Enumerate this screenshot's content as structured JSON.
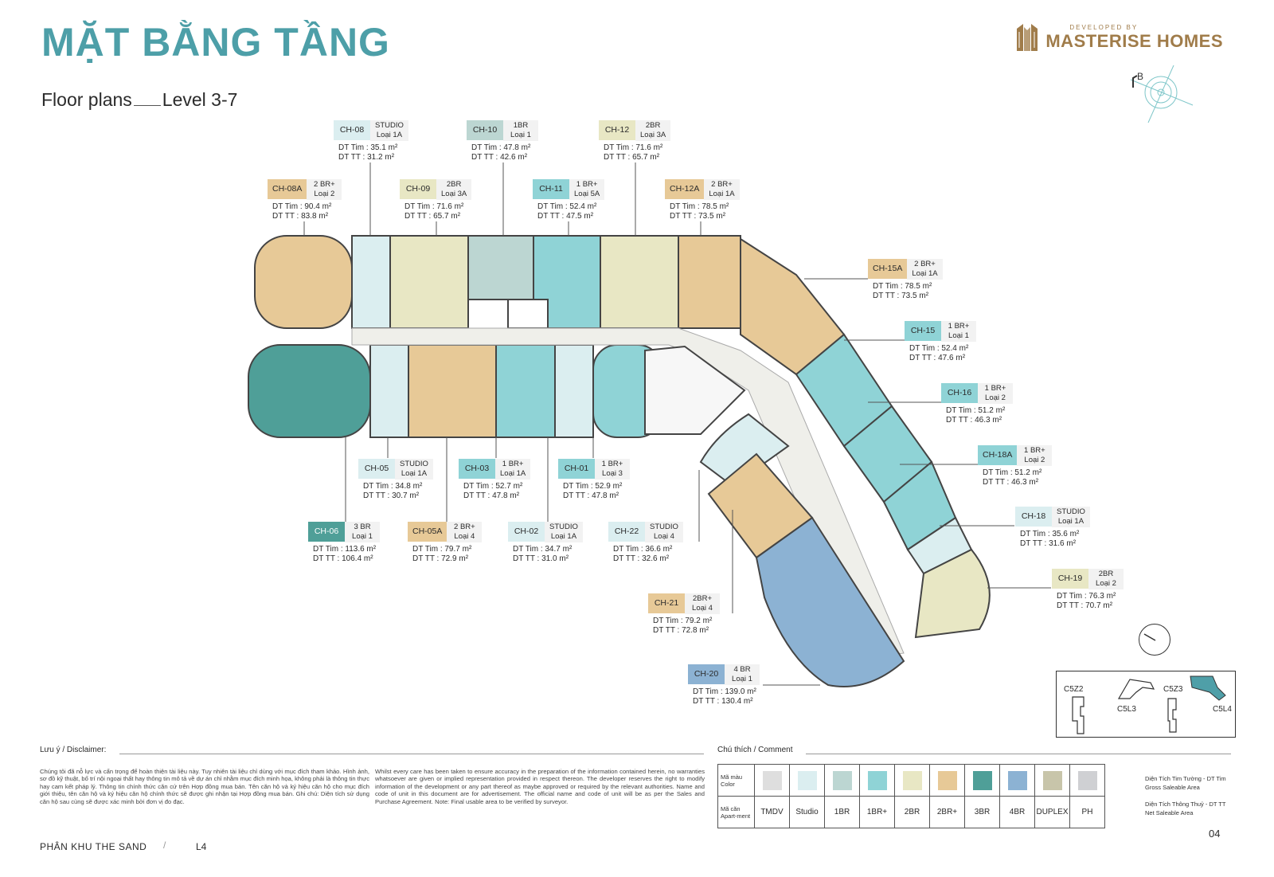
{
  "header": {
    "title": "MẶT BẰNG TẦNG",
    "subtitle_en": "Floor plans",
    "subtitle_level": "Level 3-7"
  },
  "brand": {
    "tagline": "DEVELOPED BY",
    "name": "MASTERISE HOMES",
    "color": "#a07c4a"
  },
  "compass": {
    "label": "B"
  },
  "colors": {
    "TMDV": "#dedede",
    "Studio": "#dbeef0",
    "1BR": "#bcd6d2",
    "1BR+": "#8fd3d6",
    "2BR": "#e8e7c4",
    "2BR+": "#e7c997",
    "3BR": "#4f9f98",
    "4BR": "#8cb2d3",
    "DUPLEX": "#c8c5aa",
    "PH": "#cfd0d3",
    "accent_title": "#4d9fa8"
  },
  "units": [
    {
      "code": "CH-08",
      "type1": "STUDIO",
      "type2": "Loại 1A",
      "gross": "DT Tim :  35.1 m²",
      "net": "DT TT   :  31.2 m²",
      "cat": "Studio"
    },
    {
      "code": "CH-10",
      "type1": "1BR",
      "type2": "Loại 1",
      "gross": "DT Tim :  47.8 m²",
      "net": "DT TT   :  42.6 m²",
      "cat": "1BR"
    },
    {
      "code": "CH-12",
      "type1": "2BR",
      "type2": "Loại 3A",
      "gross": "DT Tim :  71.6 m²",
      "net": "DT TT   :  65.7 m²",
      "cat": "2BR"
    },
    {
      "code": "CH-08A",
      "type1": "2 BR+",
      "type2": "Loại 2",
      "gross": "DT Tim :  90.4 m²",
      "net": "DT TT   :  83.8 m²",
      "cat": "2BR+"
    },
    {
      "code": "CH-09",
      "type1": "2BR",
      "type2": "Loại 3A",
      "gross": "DT Tim :  71.6 m²",
      "net": "DT TT   :  65.7 m²",
      "cat": "2BR"
    },
    {
      "code": "CH-11",
      "type1": "1 BR+",
      "type2": "Loại 5A",
      "gross": "DT Tim :  52.4 m²",
      "net": "DT TT   :  47.5 m²",
      "cat": "1BR+"
    },
    {
      "code": "CH-12A",
      "type1": "2 BR+",
      "type2": "Loại 1A",
      "gross": "DT Tim :  78.5 m²",
      "net": "DT TT   :  73.5 m²",
      "cat": "2BR+"
    },
    {
      "code": "CH-15A",
      "type1": "2 BR+",
      "type2": "Loại 1A",
      "gross": "DT Tim :  78.5 m²",
      "net": "DT TT   :  73.5 m²",
      "cat": "2BR+"
    },
    {
      "code": "CH-15",
      "type1": "1 BR+",
      "type2": "Loại 1",
      "gross": "DT Tim :  52.4 m²",
      "net": "DT TT   :  47.6 m²",
      "cat": "1BR+"
    },
    {
      "code": "CH-16",
      "type1": "1 BR+",
      "type2": "Loại 2",
      "gross": "DT Tim :  51.2 m²",
      "net": "DT TT   :  46.3 m²",
      "cat": "1BR+"
    },
    {
      "code": "CH-18A",
      "type1": "1 BR+",
      "type2": "Loại 2",
      "gross": "DT Tim :  51.2 m²",
      "net": "DT TT   :  46.3 m²",
      "cat": "1BR+"
    },
    {
      "code": "CH-18",
      "type1": "STUDIO",
      "type2": "Loại 1A",
      "gross": "DT Tim :  35.6 m²",
      "net": "DT TT   :  31.6 m²",
      "cat": "Studio"
    },
    {
      "code": "CH-19",
      "type1": "2BR",
      "type2": "Loại 2",
      "gross": "DT Tim :  76.3 m²",
      "net": "DT TT   :  70.7 m²",
      "cat": "2BR"
    },
    {
      "code": "CH-05",
      "type1": "STUDIO",
      "type2": "Loại 1A",
      "gross": "DT Tim :  34.8 m²",
      "net": "DT TT   :  30.7 m²",
      "cat": "Studio"
    },
    {
      "code": "CH-03",
      "type1": "1 BR+",
      "type2": "Loại 1A",
      "gross": "DT Tim :  52.7 m²",
      "net": "DT TT   :  47.8 m²",
      "cat": "1BR+"
    },
    {
      "code": "CH-01",
      "type1": "1 BR+",
      "type2": "Loại 3",
      "gross": "DT Tim :  52.9 m²",
      "net": "DT TT   :  47.8 m²",
      "cat": "1BR+"
    },
    {
      "code": "CH-06",
      "type1": "3 BR",
      "type2": "Loại 1",
      "gross": "DT Tim :  113.6 m²",
      "net": "DT TT   :  106.4 m²",
      "cat": "3BR"
    },
    {
      "code": "CH-05A",
      "type1": "2 BR+",
      "type2": "Loại 4",
      "gross": "DT Tim :  79.7 m²",
      "net": "DT TT   :  72.9 m²",
      "cat": "2BR+"
    },
    {
      "code": "CH-02",
      "type1": "STUDIO",
      "type2": "Loại 1A",
      "gross": "DT Tim :  34.7 m²",
      "net": "DT TT   :  31.0 m²",
      "cat": "Studio"
    },
    {
      "code": "CH-22",
      "type1": "STUDIO",
      "type2": "Loại 4",
      "gross": "DT Tim :  36.6 m²",
      "net": "DT TT   :  32.6 m²",
      "cat": "Studio"
    },
    {
      "code": "CH-21",
      "type1": "2BR+",
      "type2": "Loại 4",
      "gross": "DT Tim :  79.2 m²",
      "net": "DT TT   :  72.8 m²",
      "cat": "2BR+"
    },
    {
      "code": "CH-20",
      "type1": "4 BR",
      "type2": "Loại 1",
      "gross": "DT Tim :  139.0 m²",
      "net": "DT TT   :  130.4 m²",
      "cat": "4BR"
    }
  ],
  "mini_map": {
    "labels": [
      "C5Z2",
      "C5L3",
      "C5Z3",
      "C5L4"
    ]
  },
  "disclaimer": {
    "title": "Lưu ý / Disclaimer:",
    "vi": "Chúng tôi đã nỗ lực và cẩn trọng để hoàn thiện tài liệu này. Tuy nhiên tài liệu chỉ dùng với mục đích tham khảo. Hình ảnh, sơ đồ kỹ thuật, bố trí nội ngoại thất hay thông tin mô tả về dự án chỉ nhằm mục đích minh họa, không phải là thông tin thực hay cam kết pháp lý. Thông tin chính thức căn cứ trên Hợp đồng mua bán. Tên căn hộ và ký hiệu căn hộ cho mục đích giới thiệu, tên căn hộ và ký hiệu căn hộ chính thức sẽ được ghi nhận tại Hợp đồng mua bán. Ghi chú: Diện tích sử dụng căn hộ sau cùng sẽ được xác minh bởi đơn vị đo đạc.",
    "en": "Whilst every care has been taken to ensure accuracy in the preparation of the information contained herein, no warranties whatsoever are given or implied representation provided in respect thereon. The developer reserves the right to modify information of the development or any part thereof as maybe approved or required by the relevant authorities. Name and code of unit in this document are for advertisement. The official name and code of unit will be as per the Sales and Purchase Agreement. Note: Final usable area to be verified by surveyor."
  },
  "comment": {
    "title": "Chú thích / Comment",
    "row_color_vi": "Mã màu",
    "row_color_en": "Color",
    "row_type_vi": "Mã căn",
    "row_type_en": "Apart-ment",
    "types": [
      "TMDV",
      "Studio",
      "1BR",
      "1BR+",
      "2BR",
      "2BR+",
      "3BR",
      "4BR",
      "DUPLEX",
      "PH"
    ],
    "gross_vi": "Diện Tích Tim Tường - DT Tim",
    "gross_en": "Gross Saleable Area",
    "net_vi": "Diện Tích Thông Thuỷ - DT TT",
    "net_en": "Net Saleable Area"
  },
  "footer": {
    "zone": "PHÂN KHU THE SAND",
    "slash": "/",
    "level": "L4",
    "page": "04"
  }
}
